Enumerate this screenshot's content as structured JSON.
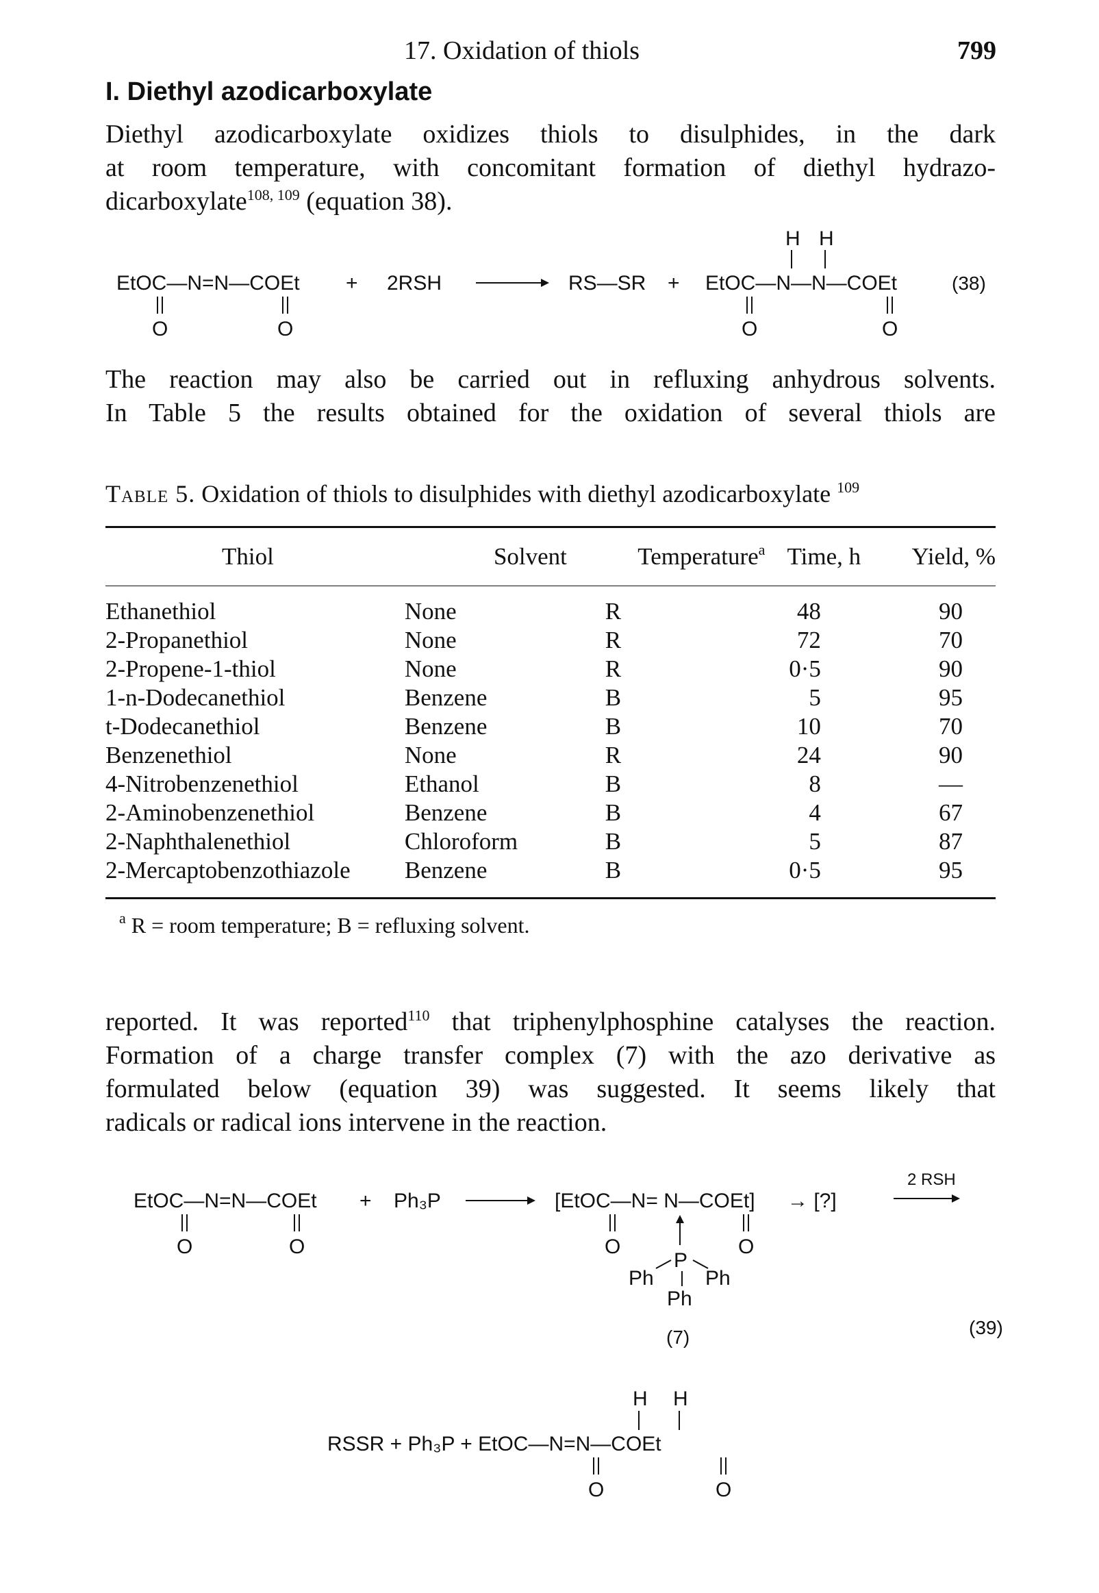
{
  "header": {
    "running_title": "17. Oxidation of thiols",
    "page_number": "799"
  },
  "section": {
    "heading": "I. Diethyl azodicarboxylate"
  },
  "paragraph1": {
    "l1": "Diethyl azodicarboxylate oxidizes thiols to disulphides, in the dark",
    "l2": "at room temperature, with concomitant formation of diethyl hydrazo-",
    "l3_a": "dicarboxylate",
    "l3_sup": "108, 109",
    "l3_b": " (equation 38)."
  },
  "equation38": {
    "label": "(38)",
    "reactant": "EtOC—N=N—COEt",
    "plus1": "+",
    "reagent": "2RSH",
    "product1": "RS—SR",
    "plus2": "+",
    "product2": "EtOC—N—N—COEt",
    "h1": "H",
    "h2": "H",
    "o": "O"
  },
  "paragraph2": {
    "l1": "The reaction may also be carried out in refluxing anhydrous solvents.",
    "l2": "In Table 5 the results obtained for the oxidation of several thiols are"
  },
  "table5": {
    "caption_label": "Table 5.",
    "caption_text": "Oxidation of thiols to disulphides with diethyl azodicarboxylate",
    "caption_ref": "109",
    "headers": {
      "thiol": "Thiol",
      "solvent": "Solvent",
      "temperature": "Temperature",
      "temperature_note": "a",
      "time": "Time, h",
      "yield": "Yield, %"
    },
    "rows": [
      {
        "thiol": "Ethanethiol",
        "solvent": "None",
        "temperature": "R",
        "time": "48",
        "yield": "90"
      },
      {
        "thiol": "2-Propanethiol",
        "solvent": "None",
        "temperature": "R",
        "time": "72",
        "yield": "70"
      },
      {
        "thiol": "2-Propene-1-thiol",
        "solvent": "None",
        "temperature": "R",
        "time": "0·5",
        "yield": "90"
      },
      {
        "thiol": "1-n-Dodecanethiol",
        "solvent": "Benzene",
        "temperature": "B",
        "time": "5",
        "yield": "95"
      },
      {
        "thiol": "t-Dodecanethiol",
        "solvent": "Benzene",
        "temperature": "B",
        "time": "10",
        "yield": "70"
      },
      {
        "thiol": "Benzenethiol",
        "solvent": "None",
        "temperature": "R",
        "time": "24",
        "yield": "90"
      },
      {
        "thiol": "4-Nitrobenzenethiol",
        "solvent": "Ethanol",
        "temperature": "B",
        "time": "8",
        "yield": "—"
      },
      {
        "thiol": "2-Aminobenzenethiol",
        "solvent": "Benzene",
        "temperature": "B",
        "time": "4",
        "yield": "67"
      },
      {
        "thiol": "2-Naphthalenethiol",
        "solvent": "Chloroform",
        "temperature": "B",
        "time": "5",
        "yield": "87"
      },
      {
        "thiol": "2-Mercaptobenzothiazole",
        "solvent": "Benzene",
        "temperature": "B",
        "time": "0·5",
        "yield": "95"
      }
    ],
    "footnote_mark": "a",
    "footnote_text": "R = room temperature; B = refluxing solvent."
  },
  "paragraph3": {
    "l1_a": "reported. It was reported",
    "l1_sup": "110",
    "l1_b": " that triphenylphosphine catalyses the reaction.",
    "l2": "Formation of a charge transfer complex (7) with the azo derivative as",
    "l3": "formulated below (equation 39) was suggested. It seems likely that",
    "l4": "radicals or radical ions intervene in the reaction."
  },
  "equation39": {
    "label": "(39)",
    "reactant": "EtOC—N=N—COEt",
    "plus": "+",
    "phosphine": "Ph₃P",
    "complex": "[EtOC—N= N—COEt]",
    "arrow_to_unknown": "→ [?]",
    "reagent_over_arrow": "2 RSH",
    "p": "P",
    "ph": "Ph",
    "compound_label": "(7)",
    "o": "O",
    "product_line": "RSSR + Ph₃P + EtOC—N=N—COEt",
    "h": "H"
  }
}
